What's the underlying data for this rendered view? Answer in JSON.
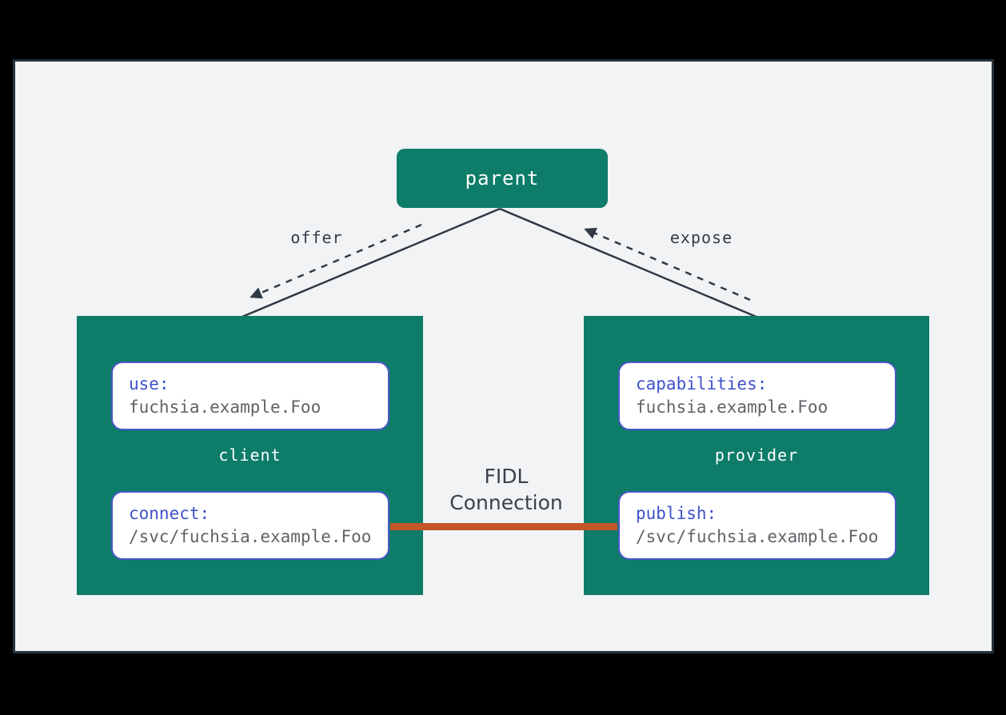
{
  "diagram": {
    "parent": {
      "label": "parent"
    },
    "edges": {
      "offer_label": "offer",
      "expose_label": "expose"
    },
    "connection": {
      "line1": "FIDL",
      "line2": "Connection"
    },
    "client": {
      "name": "client",
      "use": {
        "key": "use:",
        "value": "fuchsia.example.Foo"
      },
      "connect": {
        "key": "connect:",
        "value": "/svc/fuchsia.example.Foo"
      }
    },
    "provider": {
      "name": "provider",
      "capabilities": {
        "key": "capabilities:",
        "value": "fuchsia.example.Foo"
      },
      "publish": {
        "key": "publish:",
        "value": "/svc/fuchsia.example.Foo"
      }
    },
    "colors": {
      "frame_background": "#000000",
      "panel_background": "#F1F3F4",
      "panel_border": "#28323C",
      "component_teal": "#0D7C68",
      "capability_border_indigo": "#4A57C8",
      "capability_key_indigo": "#3F51CB",
      "capability_value_gray": "#5F6368",
      "line_slate": "#2F3944",
      "fidl_connection_orange": "#C5562A"
    }
  }
}
